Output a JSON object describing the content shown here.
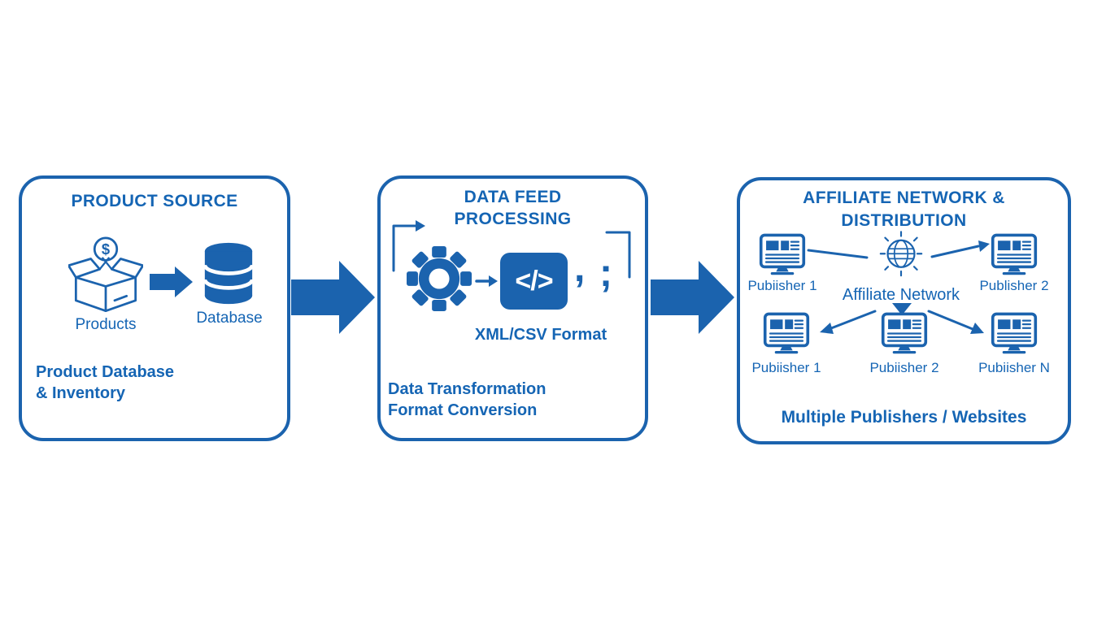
{
  "colors": {
    "accent": "#1b63ae",
    "text": "#1565b4",
    "background": "#ffffff"
  },
  "diagram": {
    "product_source": {
      "title": "PRODUCT SOURCE",
      "currency_symbol": "$",
      "products_label": "Products",
      "database_label": "Database",
      "caption_line1": "Product Database",
      "caption_line2": "& Inventory"
    },
    "data_feed_processing": {
      "title_line1": "DATA FEED",
      "title_line2": "PROCESSING",
      "code_glyph": "</>",
      "comma": ",",
      "semicolon": ";",
      "format_label": "XML/CSV Format",
      "caption_line1": "Data Transformation",
      "caption_line2": "Format Conversion"
    },
    "affiliate_distribution": {
      "title_line1": "AFFILIATE NETWORK &",
      "title_line2": "DISTRIBUTION",
      "network_label": "Affiliate Network",
      "publishers_top": [
        "Pubiisher 1",
        "Publisher 2"
      ],
      "publishers_bottom": [
        "Pubiisher 1",
        "Pubiisher 2",
        "Pubiisher N"
      ],
      "caption": "Multiple Publishers / Websites"
    }
  }
}
